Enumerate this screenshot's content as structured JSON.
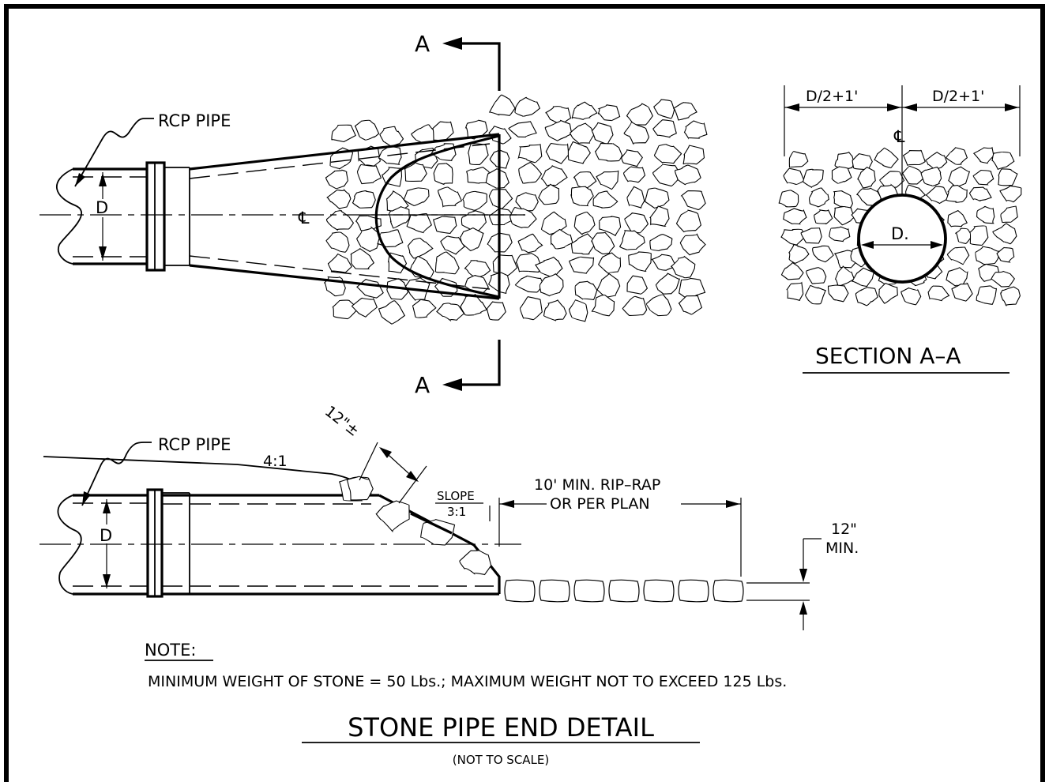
{
  "labels": {
    "rcp_pipe_top": "RCP PIPE",
    "rcp_pipe_bottom": "RCP PIPE",
    "dim_d_top": "D",
    "dim_d_bottom": "D",
    "centerline": "℄",
    "section_mark": "A",
    "dim_half_left": "D/2+1'",
    "dim_half_right": "D/2+1'",
    "section_dia": "D.",
    "section_title": "SECTION A–A",
    "slope_ratio_top": "4:1",
    "stone_thickness": "12\"±",
    "slope_label": "SLOPE",
    "slope_ratio": "3:1",
    "riprap_line1": "10' MIN. RIP–RAP",
    "riprap_line2": "OR PER PLAN",
    "min_thick_line1": "12\"",
    "min_thick_line2": "MIN."
  },
  "note": {
    "heading": "NOTE:",
    "text": "MINIMUM WEIGHT OF STONE = 50 Lbs.; MAXIMUM WEIGHT NOT TO EXCEED 125 Lbs."
  },
  "title": {
    "main": "STONE PIPE END DETAIL",
    "sub": "(NOT TO SCALE)"
  },
  "colors": {
    "ink": "#000000",
    "paper": "#ffffff"
  }
}
